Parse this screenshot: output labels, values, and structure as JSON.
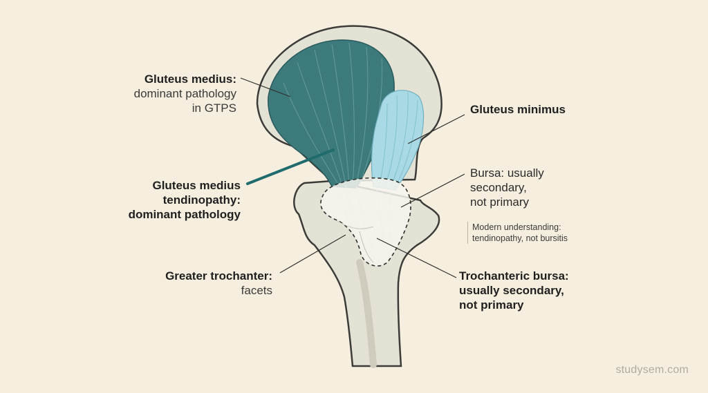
{
  "labels": {
    "gmed": {
      "title": "Gluteus medius:",
      "line1": "dominant pathology",
      "line2": "in GTPS"
    },
    "gmin": {
      "title": "Gluteus minimus"
    },
    "gmed_tend": {
      "line1": "Gluteus medius",
      "line2": "tendinopathy:",
      "line3": "dominant pathology"
    },
    "bursa_small": {
      "line1": "Bursa: usually",
      "line2": "secondary,",
      "line3": "not primary"
    },
    "note": {
      "line1": "Modern understanding:",
      "line2": "tendinopathy, not bursitis"
    },
    "trochanter": {
      "title": "Greater trochanter:",
      "line1": "facets"
    },
    "troch_bursa": {
      "line1": "Trochanteric bursa:",
      "line2": "usually secondary,",
      "line3": "not primary"
    }
  },
  "watermark": "studysem.com",
  "colors": {
    "background": "#f6efdf",
    "bone": "#e4e1d5",
    "bone_outline": "#3b3b38",
    "gluteus_medius": "#3d7a7c",
    "gluteus_minimus": "#a9d9e4",
    "bursa": "#f6f5ee",
    "accent_line": "#1f6b6e"
  }
}
